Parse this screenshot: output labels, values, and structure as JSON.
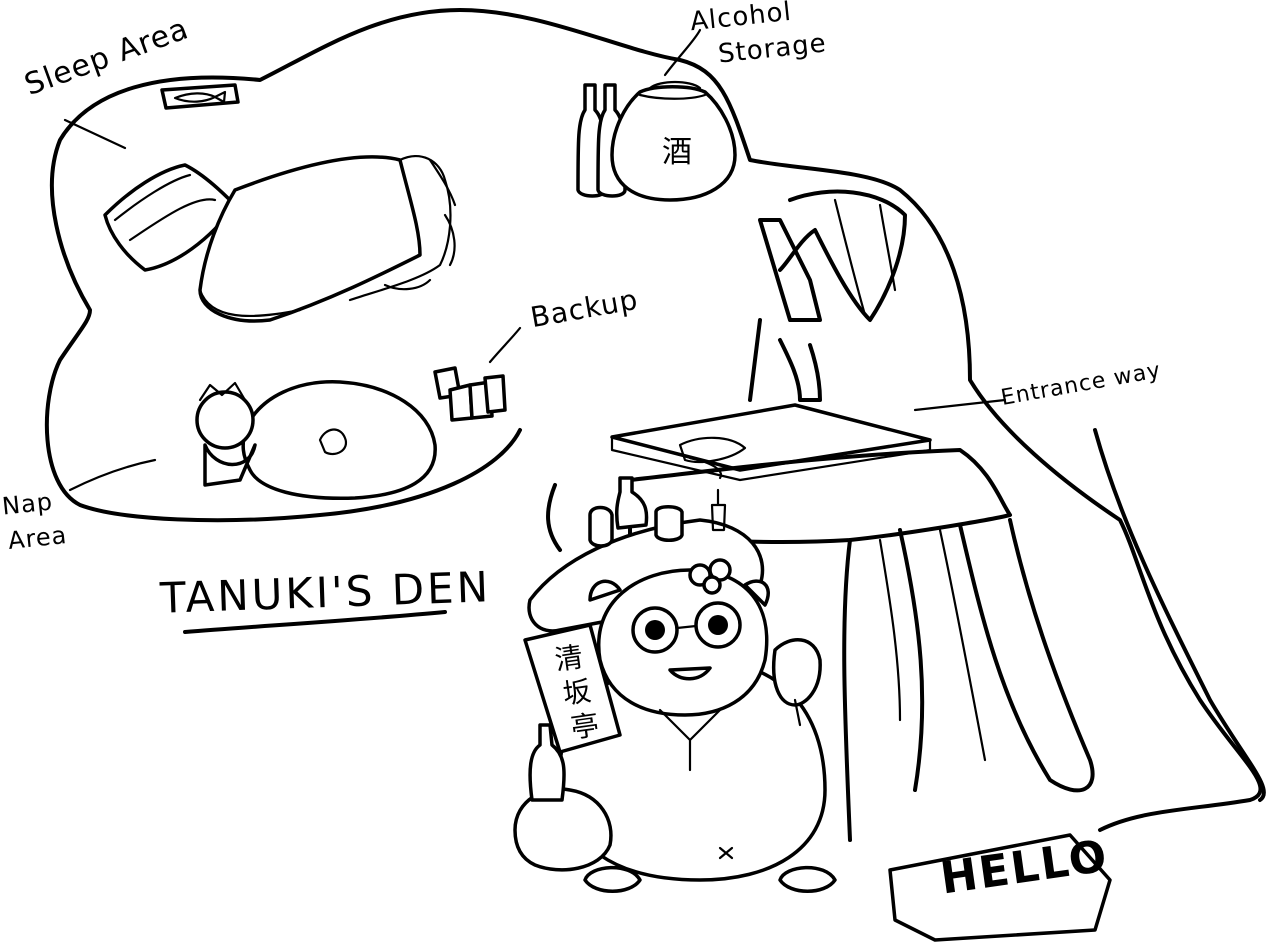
{
  "labels": {
    "sleep_area": "Sleep Area",
    "alcohol_storage_line1": "Alcohol",
    "alcohol_storage_line2": "Storage",
    "backup": "Backup",
    "entrance_way": "Entrance way",
    "nap_area_line1": "Nap",
    "nap_area_line2": "Area"
  },
  "title": "TANUKI'S DEN",
  "sign": "HELLO",
  "banner_kanji": [
    "清",
    "坂",
    "亭"
  ],
  "jar_kanji": "酒",
  "colors": {
    "ink": "#000000",
    "paper": "#ffffff"
  }
}
